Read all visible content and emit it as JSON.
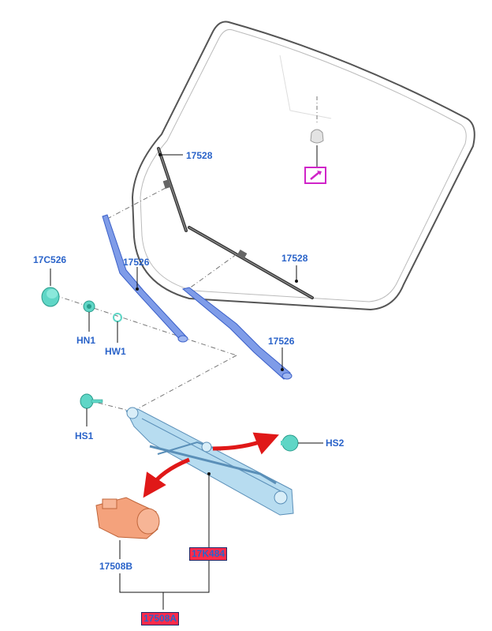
{
  "labels": {
    "wiper_blade": "17528",
    "wiper_blade_right": "17528",
    "arm_cap": "17C526",
    "nut": "HN1",
    "washer": "HW1",
    "wiper_arm_left": "17526",
    "wiper_arm_right": "17526",
    "screw_1": "HS1",
    "screw_2": "HS2",
    "linkage": "17K484",
    "motor": "17508B",
    "assembly": "17508A"
  },
  "colors": {
    "label_text": "#2a63c9",
    "highlight_box": "#ff2a4a",
    "tool_box": "#d024c8",
    "arrow": "#e01818",
    "arm": "#6a8be0",
    "fastener": "#5fd6c6",
    "motor": "#f4a27c"
  }
}
